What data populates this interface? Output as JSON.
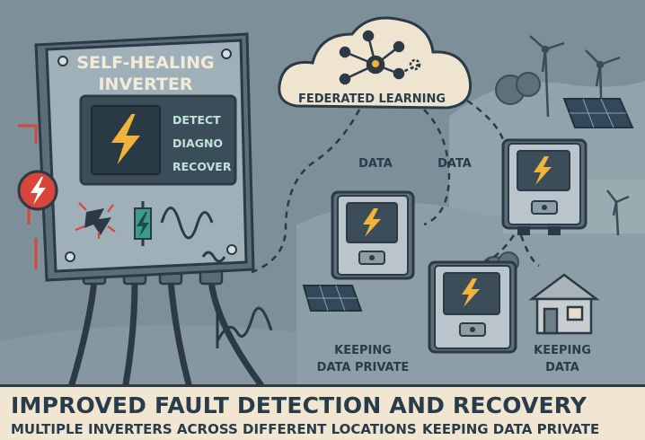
{
  "inverter": {
    "title_line1": "SELF-HEALING",
    "title_line2": "INVERTER",
    "steps": [
      "DETECT",
      "DIAGNO",
      "RECOVER"
    ]
  },
  "cloud": {
    "label": "FEDERATED LEARNING"
  },
  "links": {
    "left": "DATA",
    "right": "DATA"
  },
  "captions": {
    "left_line1": "KEEPING",
    "left_line2": "DATA PRIVATE",
    "right_line1": "KEEPING",
    "right_line2": "DATA"
  },
  "banner": {
    "title": "IMPROVED FAULT DETECTION AND RECOVERY",
    "sub_left": "MULTIPLE INVERTERS ACROSS DIFFERENT LOCATIONS",
    "sub_right": "KEEPING DATA PRIVATE"
  },
  "colors": {
    "background": "#7d8f99",
    "accent_bolt": "#f2b33d",
    "fault_red": "#d8453a",
    "outline": "#2b3a45",
    "banner_bg": "#f1e6d2"
  }
}
